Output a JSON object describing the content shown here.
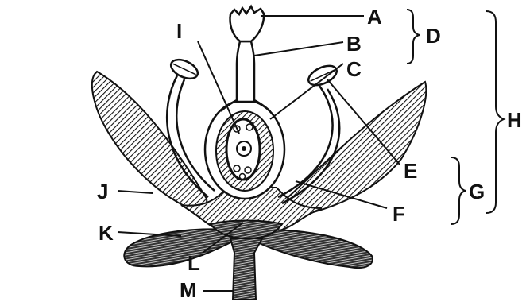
{
  "labels": {
    "A": "A",
    "B": "B",
    "C": "C",
    "D": "D",
    "E": "E",
    "F": "F",
    "G": "G",
    "H": "H",
    "I": "I",
    "J": "J",
    "K": "K",
    "L": "L",
    "M": "M"
  },
  "colors": {
    "ink": "#111111",
    "background": "#ffffff"
  }
}
